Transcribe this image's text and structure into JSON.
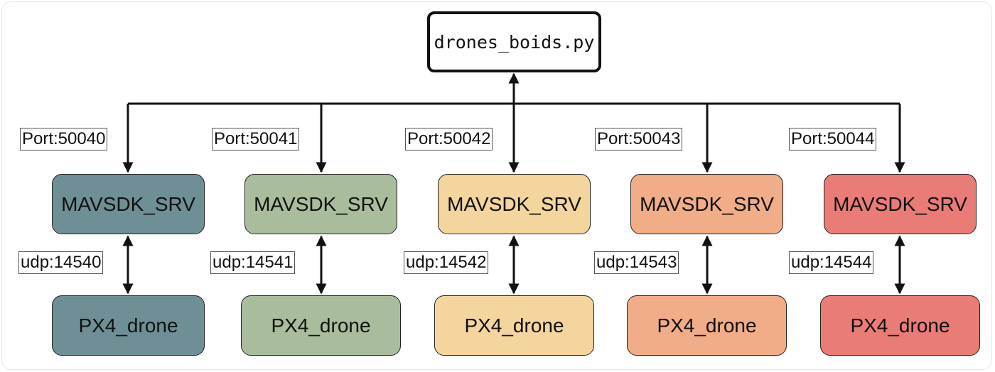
{
  "diagram": {
    "root": {
      "label": "drones_boids.py"
    },
    "columns": [
      {
        "port_label": "Port:50040",
        "server_label": "MAVSDK_SRV",
        "udp_label": "udp:14540",
        "drone_label": "PX4_drone",
        "color": "#6f8f96"
      },
      {
        "port_label": "Port:50041",
        "server_label": "MAVSDK_SRV",
        "udp_label": "udp:14541",
        "drone_label": "PX4_drone",
        "color": "#a9bd9c"
      },
      {
        "port_label": "Port:50042",
        "server_label": "MAVSDK_SRV",
        "udp_label": "udp:14542",
        "drone_label": "PX4_drone",
        "color": "#f4d59e"
      },
      {
        "port_label": "Port:50043",
        "server_label": "MAVSDK_SRV",
        "udp_label": "udp:14543",
        "drone_label": "PX4_drone",
        "color": "#f1ad87"
      },
      {
        "port_label": "Port:50044",
        "server_label": "MAVSDK_SRV",
        "udp_label": "udp:14544",
        "drone_label": "PX4_drone",
        "color": "#e97c76"
      }
    ]
  }
}
